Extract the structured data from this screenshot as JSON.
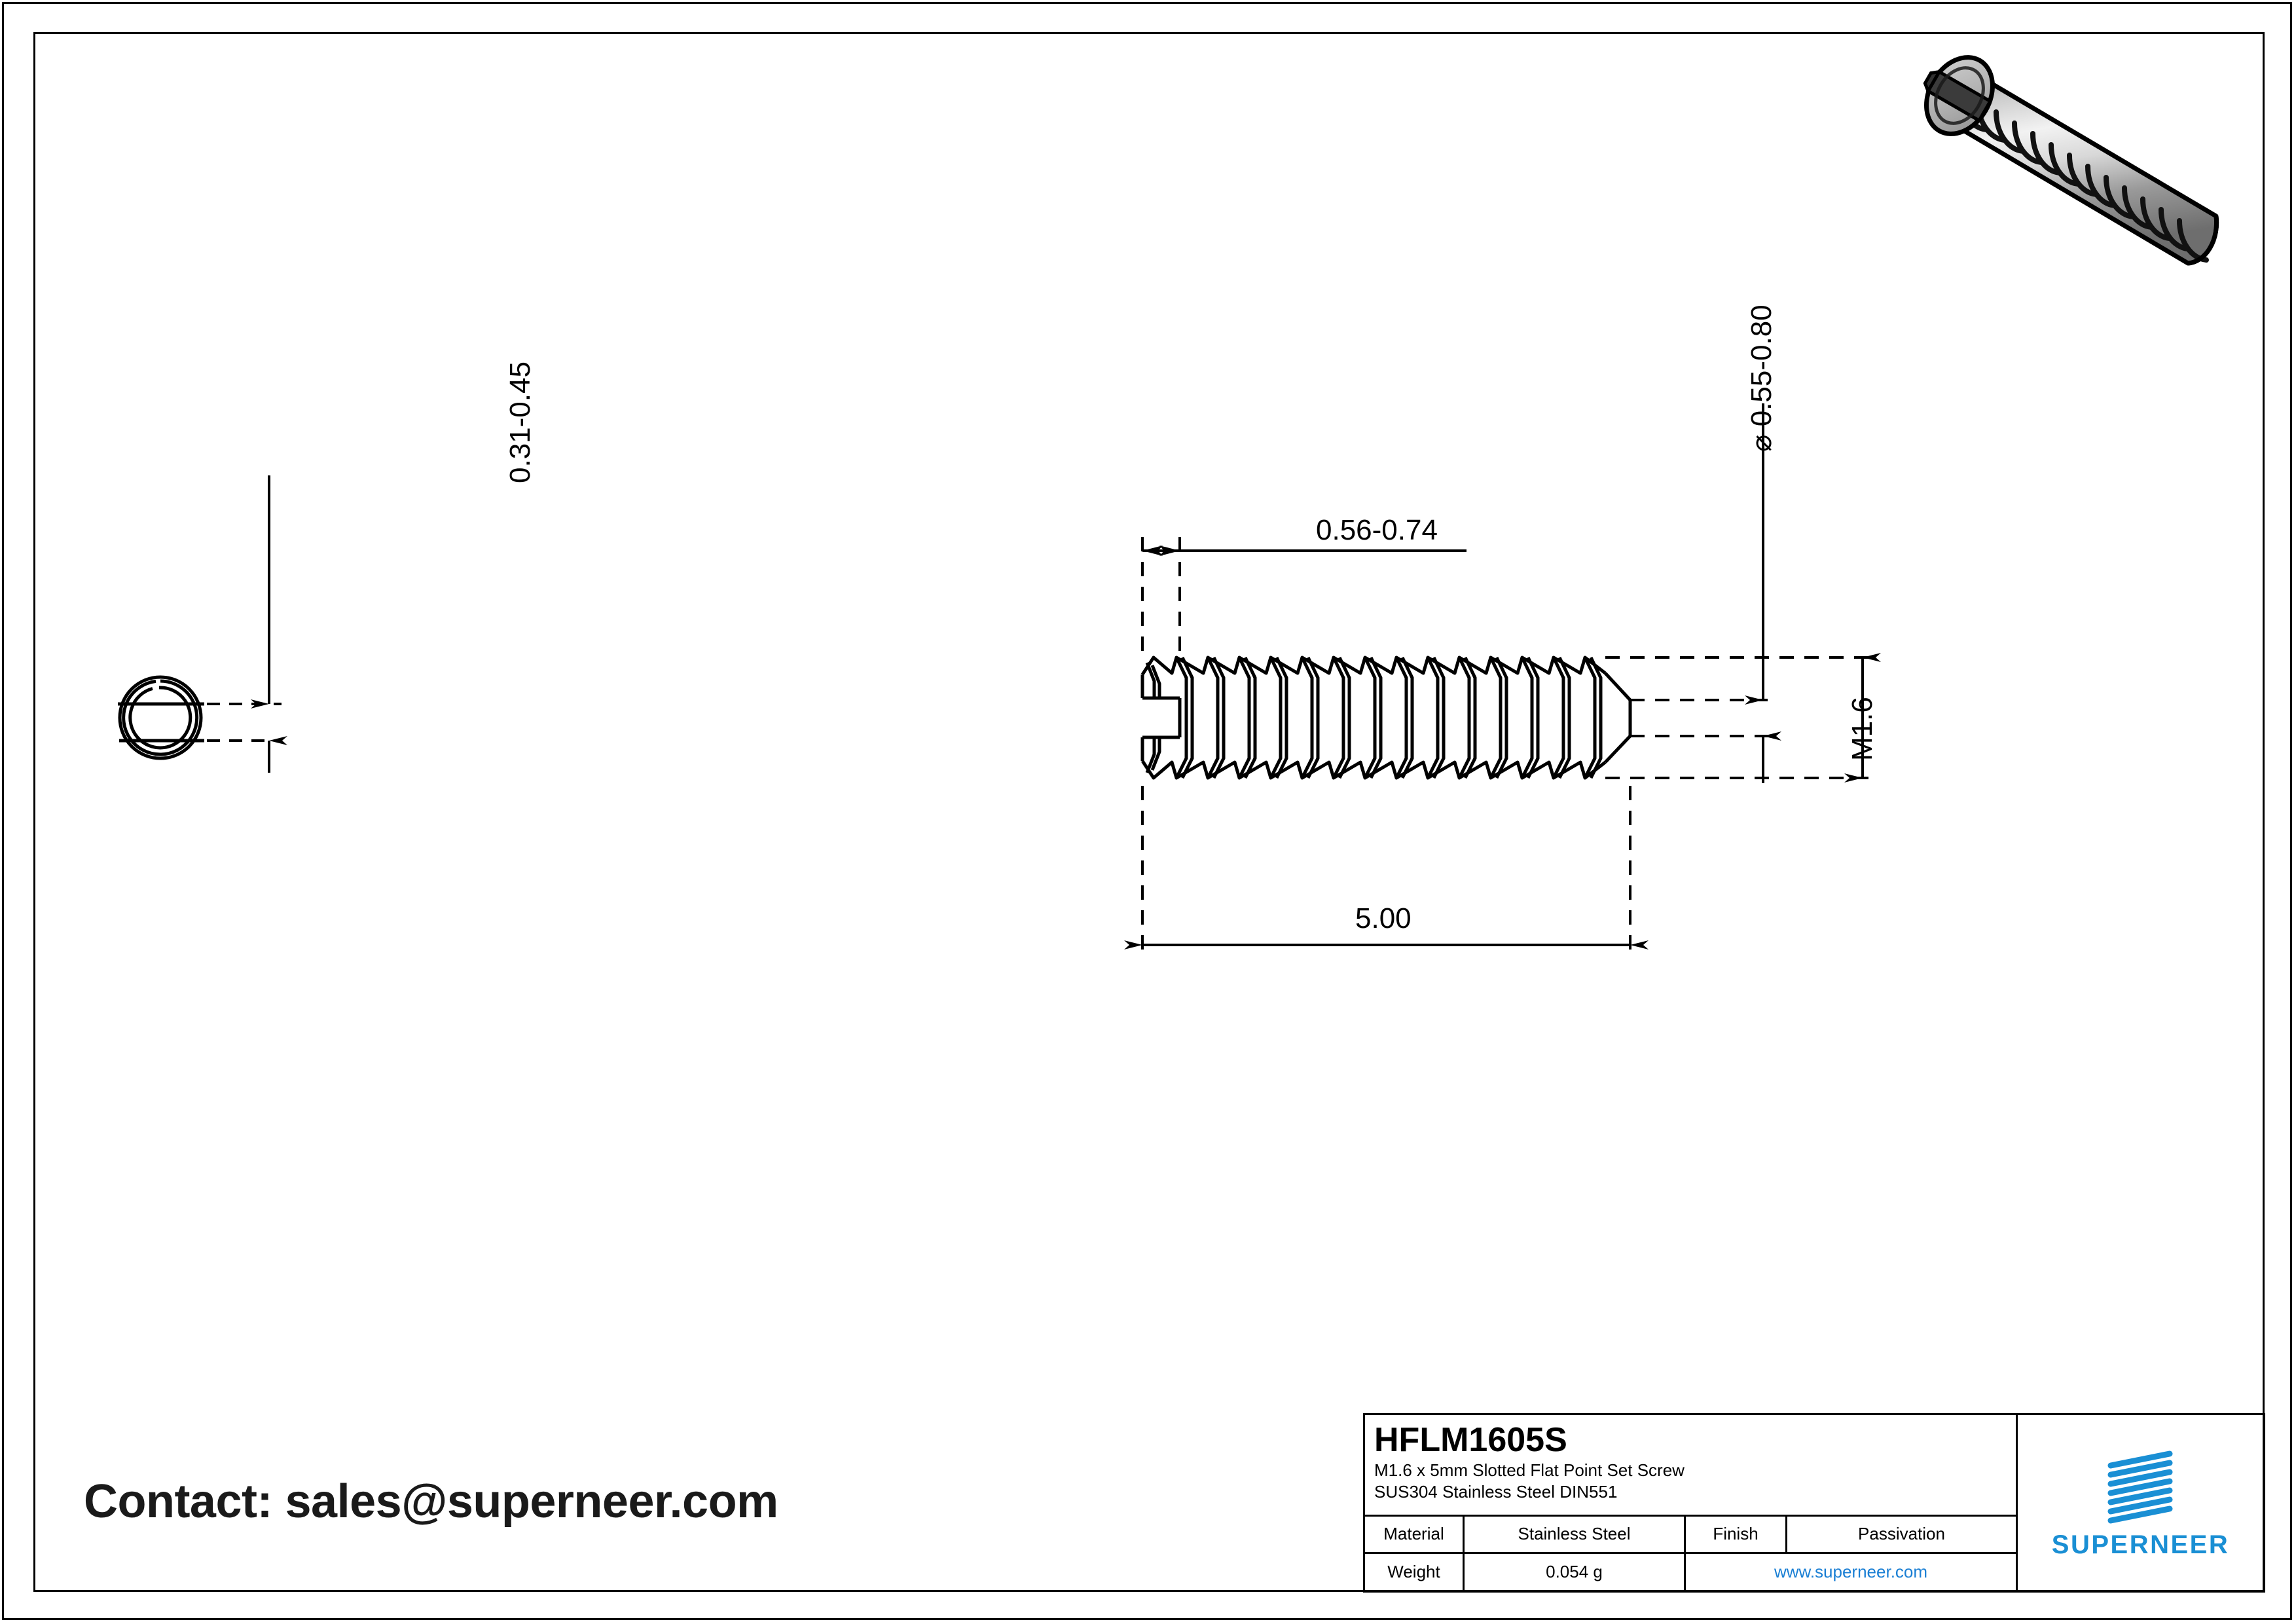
{
  "document": {
    "type": "engineering-drawing",
    "subject": "M1.6 x 5mm Slotted Flat Point Set Screw"
  },
  "contact": {
    "text": "Contact: sales@superneer.com"
  },
  "dimensions": {
    "slot_depth": "0.31-0.45",
    "slot_width": "0.56-0.74",
    "point_diameter": "⌀ 0.55-0.80",
    "thread_size": "M1.6",
    "length": "5.00"
  },
  "title_block": {
    "part_number": "HFLM1605S",
    "description_line1": "M1.6 x 5mm Slotted Flat Point Set Screw",
    "description_line2": "SUS304 Stainless Steel DIN551",
    "material_label": "Material",
    "material_value": "Stainless Steel",
    "finish_label": "Finish",
    "finish_value": "Passivation",
    "weight_label": "Weight",
    "weight_value": "0.054 g",
    "url": "www.superneer.com"
  },
  "logo": {
    "wordmark": "SUPERNEER",
    "color": "#1a8fd4"
  },
  "colors": {
    "line": "#000000",
    "link": "#1a7fd4",
    "brand": "#1a8fd4",
    "metal_light": "#e8e8e8",
    "metal_mid": "#b5b5b5",
    "metal_dark": "#3a3a3a"
  },
  "icons": {
    "logo_mark": "slanted-bars-icon",
    "screw_render": "set-screw-3d-icon"
  }
}
